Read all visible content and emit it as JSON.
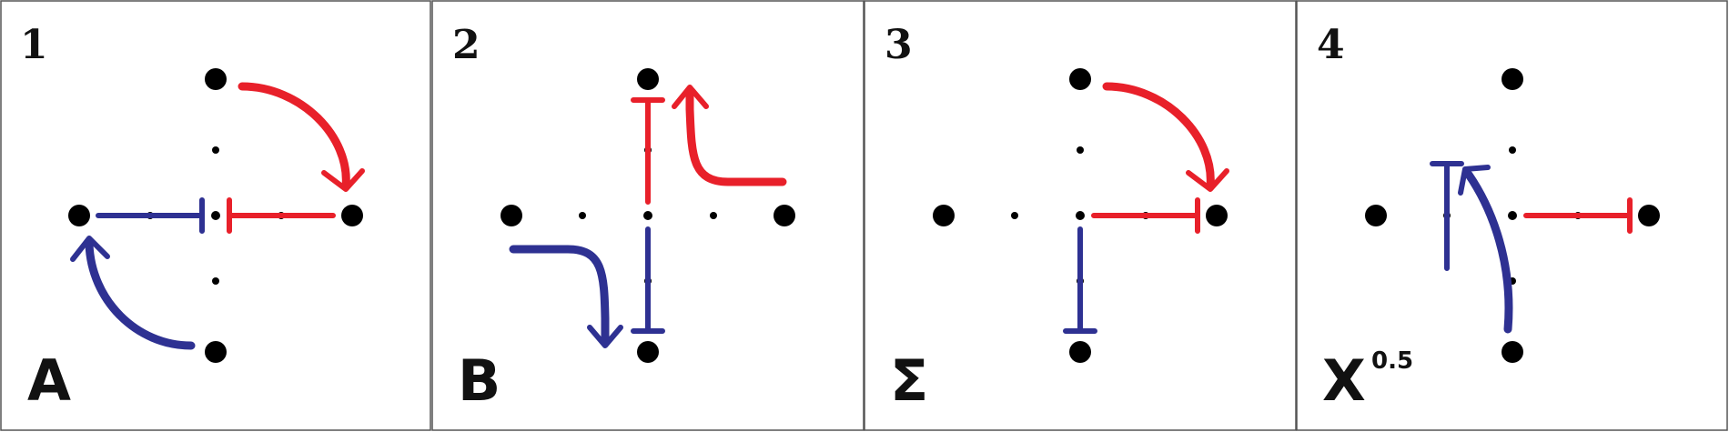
{
  "colors": {
    "activation": "#e8202a",
    "inhibition": "#2e3192",
    "node": "#000000",
    "background": "#ffffff",
    "border": "#555555"
  },
  "panels": [
    {
      "number": "1",
      "label": "A",
      "superscript": ""
    },
    {
      "number": "2",
      "label": "B",
      "superscript": ""
    },
    {
      "number": "3",
      "label": "Σ",
      "superscript": ""
    },
    {
      "number": "4",
      "label": "X",
      "superscript": "0.5"
    }
  ]
}
